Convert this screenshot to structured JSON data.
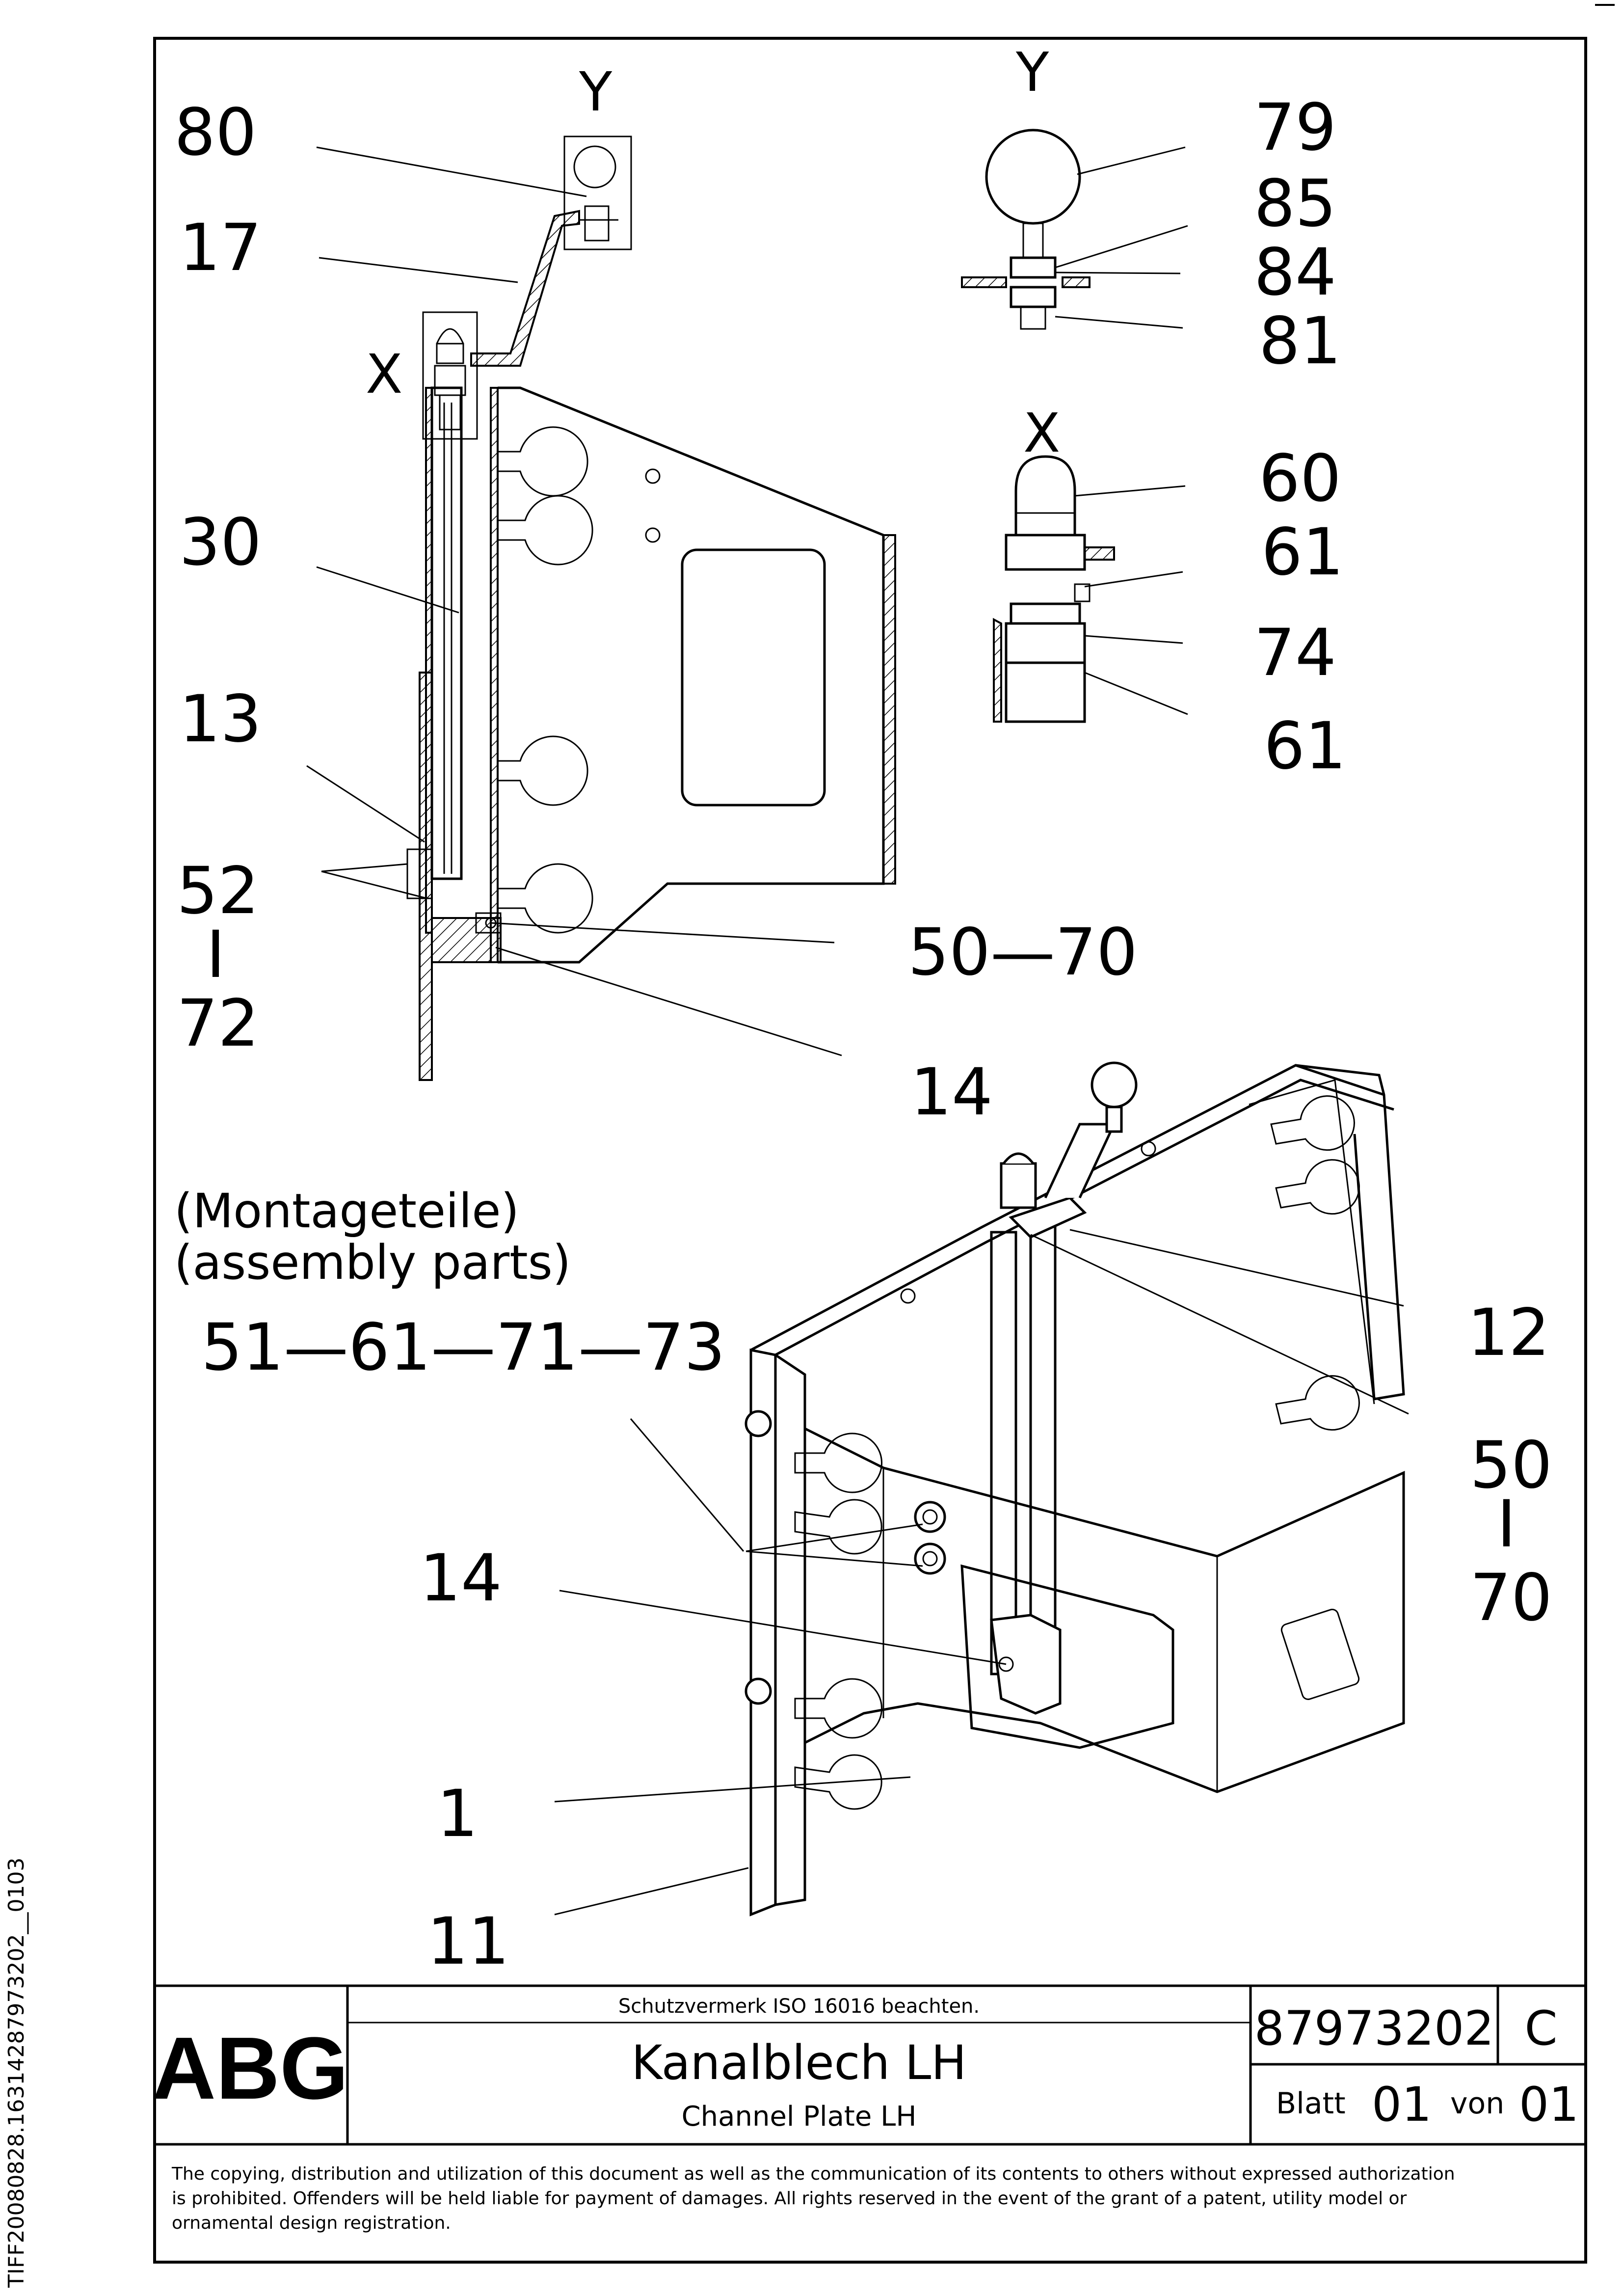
{
  "side_text": "TIFF20080828.16314287973202__0103",
  "views": {
    "view_y": "Y",
    "view_x": "X"
  },
  "callouts": {
    "c80": "80",
    "c17": "17",
    "c30": "30",
    "c13": "13",
    "c52": "52",
    "c52_sep": "I",
    "c72": "72",
    "c50_70": "50—70",
    "c14a": "14",
    "c79": "79",
    "c85": "85",
    "c84": "84",
    "c81": "81",
    "c60": "60",
    "c61a": "61",
    "c74": "74",
    "c61b": "61",
    "c12": "12",
    "c50": "50",
    "c50_sep": "I",
    "c70": "70",
    "c14b": "14",
    "c1": "1",
    "c11": "11"
  },
  "assembly": {
    "line1": "(Montageteile)",
    "line2": "(assembly parts)",
    "parts": "51—61—71—73"
  },
  "title_block": {
    "logo": "ABG",
    "protection_note": "Schutzvermerk ISO 16016 beachten.",
    "title_de": "Kanalblech LH",
    "title_en": "Channel Plate LH",
    "drawing_number": "87973202",
    "revision": "C",
    "sheet_label": "Blatt",
    "sheet_no": "01",
    "of_label": "von",
    "sheet_total": "01"
  },
  "copyright": {
    "line1": "The copying, distribution and utilization of this document as well as the communication of its contents to others without expressed authorization",
    "line2": "is prohibited. Offenders will be held liable for payment of damages. All rights reserved in the event of the grant of a patent, utility model or",
    "line3": "ornamental design registration."
  }
}
